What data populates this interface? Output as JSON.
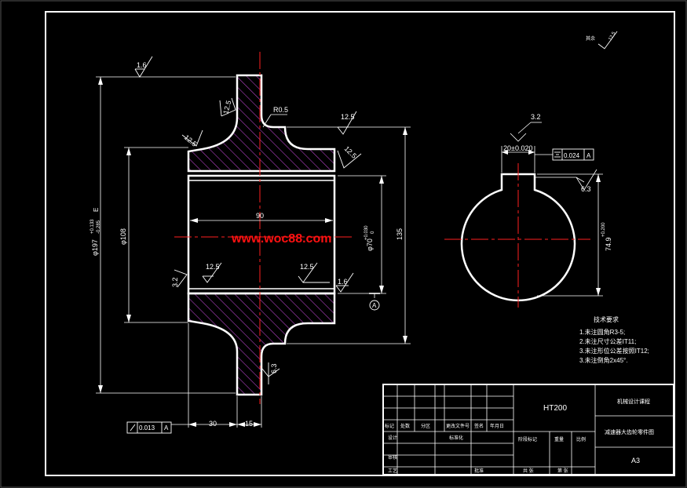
{
  "colors": {
    "background": "#000000",
    "line": "#ffffff",
    "center_line": "#ff2020",
    "hatch": "#b040c0",
    "watermark": "#ff1111"
  },
  "watermark": "www.woc88.com",
  "gear_view": {
    "roughness_top": "1.6",
    "roughness_hub_left": "12.5",
    "roughness_shoulder": "12.5",
    "fillet_radius": "R0.5",
    "roughness_right_top": "12.5",
    "roughness_right_chamfer": "12.5",
    "roughness_bore_left": "12.5",
    "roughness_bore_right": "12.5",
    "roughness_left_face": "3.2",
    "roughness_right_face": "1.6",
    "roughness_bottom_hub": "6.3",
    "dim_outer_diameter": "φ197",
    "dim_outer_tol_upper": "+0.133",
    "dim_outer_tol_lower": "-0.285",
    "dim_outer_mark": "E",
    "dim_108": "φ108",
    "dim_90": "90",
    "dim_bore": "φ70",
    "dim_bore_tol_upper": "+0.030",
    "dim_bore_tol_lower": "0",
    "dim_135": "135",
    "datum_label": "A",
    "runout_tolerance": "0.013",
    "runout_datum": "A",
    "dim_30": "30",
    "dim_15": "15"
  },
  "section_view": {
    "roughness_keyway": "3.2",
    "keyway_width": "20±0.020",
    "symmetry_tolerance": "0.024",
    "symmetry_datum": "A",
    "roughness_keyway_side": "6.3",
    "keyway_depth": "74.9",
    "keyway_depth_tol": "+0.200",
    "remaining_mark": "其余",
    "remaining_roughness": "12.5"
  },
  "notes": {
    "title": "技术要求",
    "items": [
      "1.未注圆角R3-5;",
      "2.未注尺寸公差IT11;",
      "3.未注形位公差按照IT12;",
      "3.未注倒角2x45°."
    ]
  },
  "title_block": {
    "material": "HT200",
    "unit_name": "机械设计课程",
    "drawing_name": "减速器大齿轮零件图",
    "sheet_size": "A3",
    "labels": {
      "marks": "标记",
      "count": "处数",
      "zone": "分区",
      "change_doc": "更改文件号",
      "signature": "签名",
      "date": "年月日",
      "design": "设计",
      "standardize": "标准化",
      "review": "审核",
      "process": "工艺",
      "approve": "批准",
      "stage_mark": "阶段标记",
      "weight": "重量",
      "scale": "比例",
      "sheets_total": "共 张",
      "sheet_no": "第 张"
    }
  }
}
